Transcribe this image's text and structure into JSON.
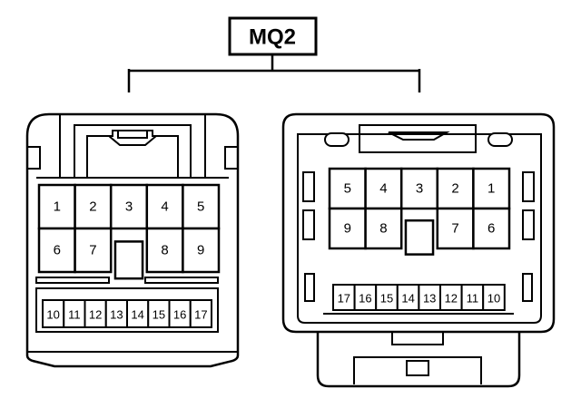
{
  "title": "MQ2",
  "left_connector": {
    "upper_row": [
      "1",
      "2",
      "3",
      "4",
      "5"
    ],
    "middle_row": [
      "6",
      "7",
      "",
      "8",
      "9"
    ],
    "lower_row": [
      "10",
      "11",
      "12",
      "13",
      "14",
      "15",
      "16",
      "17"
    ]
  },
  "right_connector": {
    "upper_row": [
      "5",
      "4",
      "3",
      "2",
      "1"
    ],
    "middle_row": [
      "9",
      "8",
      "",
      "7",
      "6"
    ],
    "lower_row": [
      "17",
      "16",
      "15",
      "14",
      "13",
      "12",
      "11",
      "10"
    ]
  },
  "colors": {
    "line": "#000000",
    "background": "#ffffff"
  }
}
